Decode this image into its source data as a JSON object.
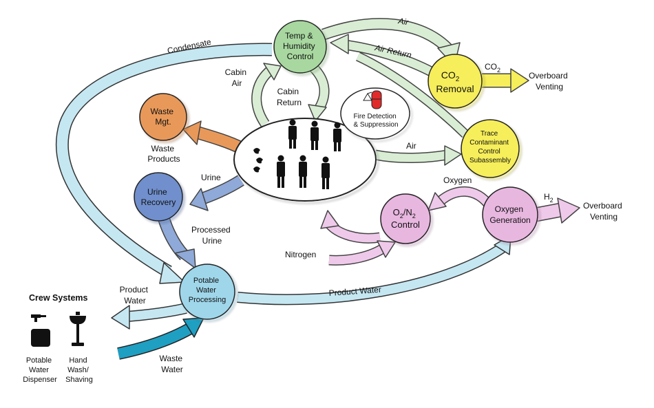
{
  "nodes": {
    "thc": [
      "Temp &",
      "Humidity",
      "Control"
    ],
    "co2": [
      "CO",
      "2",
      "Removal"
    ],
    "trace": [
      "Trace",
      "Contaminant",
      "Control",
      "Subassembly"
    ],
    "waste": [
      "Waste",
      "Mgt."
    ],
    "urine": [
      "Urine",
      "Recovery"
    ],
    "o2n2": [
      "O",
      "2",
      "/N",
      "2",
      "Control"
    ],
    "oxygen_gen": [
      "Oxygen",
      "Generation"
    ],
    "potable": [
      "Potable",
      "Water",
      "Processing"
    ],
    "fire": [
      "Fire Detection",
      "& Suppression"
    ]
  },
  "flows": {
    "condensate": "Condensate",
    "air_top": "Air",
    "air_return": "Air Return",
    "co2_label": [
      "CO",
      "2"
    ],
    "overboard_1": [
      "Overboard",
      "Venting"
    ],
    "cabin_air": [
      "Cabin",
      "Air"
    ],
    "cabin_return": [
      "Cabin",
      "Return"
    ],
    "waste_products": [
      "Waste",
      "Products"
    ],
    "air_mid": "Air",
    "urine": "Urine",
    "oxygen": "Oxygen",
    "h2": [
      "H",
      "2"
    ],
    "overboard_2": [
      "Overboard",
      "Venting"
    ],
    "processed_urine": [
      "Processed",
      "Urine"
    ],
    "nitrogen": "Nitrogen",
    "product_water_left": [
      "Product",
      "Water"
    ],
    "product_water_right": "Product Water",
    "waste_water": [
      "Waste",
      "Water"
    ]
  },
  "crew_systems": {
    "title": "Crew Systems",
    "dispenser": [
      "Potable",
      "Water",
      "Dispenser"
    ],
    "hand_wash": [
      "Hand",
      "Wash/",
      "Shaving"
    ]
  },
  "colors": {
    "green_fill": "#a8d8a0",
    "green_arrow": "#d9edd4",
    "yellow": "#f6ee5a",
    "orange": "#e8995a",
    "blue_node": "#6f8fcc",
    "blue_arrow": "#8fa9d8",
    "lightblue_node": "#9fd6ea",
    "lightblue_arrow": "#c5e7f2",
    "pink_node": "#e8b7e0",
    "pink_arrow": "#efc9ea",
    "teal": "#1f9fc2"
  }
}
